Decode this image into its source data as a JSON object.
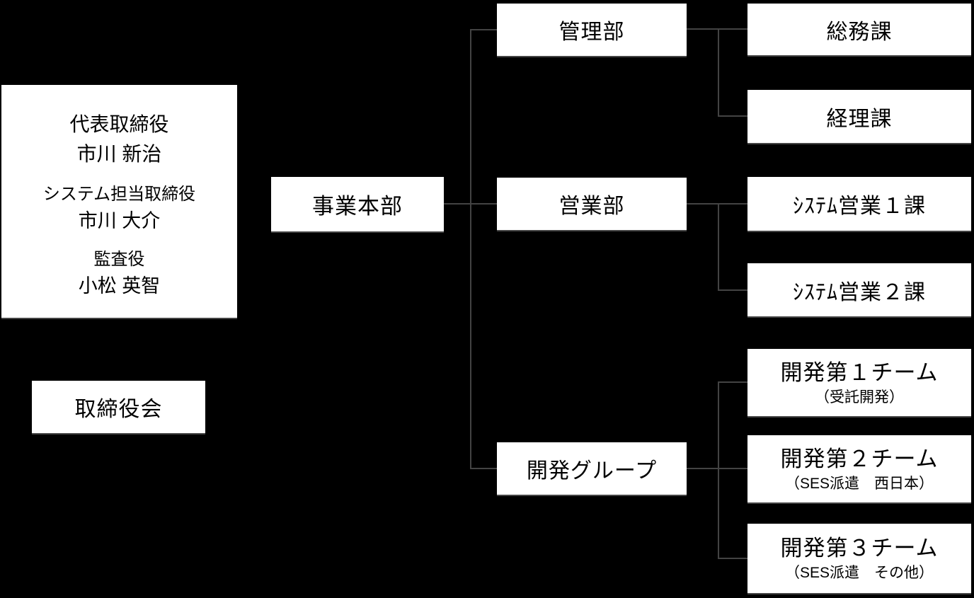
{
  "colors": {
    "background": "#000000",
    "box_fill": "#ffffff",
    "box_text": "#000000",
    "connector": "#434343"
  },
  "executives": {
    "groups": [
      {
        "title": "代表取締役",
        "name": "市川 新治"
      },
      {
        "title": "システム担当取締役",
        "name": "市川 大介"
      },
      {
        "title": "監査役",
        "name": "小松 英智"
      }
    ]
  },
  "board": {
    "label": "取締役会"
  },
  "headquarters": {
    "label": "事業本部"
  },
  "departments": [
    {
      "label": "管理部",
      "sections": [
        {
          "label": "総務課"
        },
        {
          "label": "経理課"
        }
      ]
    },
    {
      "label": "営業部",
      "sections": [
        {
          "label": "ｼｽﾃﾑ営業１課"
        },
        {
          "label": "ｼｽﾃﾑ営業２課"
        }
      ]
    },
    {
      "label": "開発グループ",
      "sections": [
        {
          "label": "開発第１チーム",
          "sub": "（受託開発）"
        },
        {
          "label": "開発第２チーム",
          "sub": "（SES派遣　西日本）"
        },
        {
          "label": "開発第３チーム",
          "sub": "（SES派遣　その他）"
        }
      ]
    }
  ]
}
